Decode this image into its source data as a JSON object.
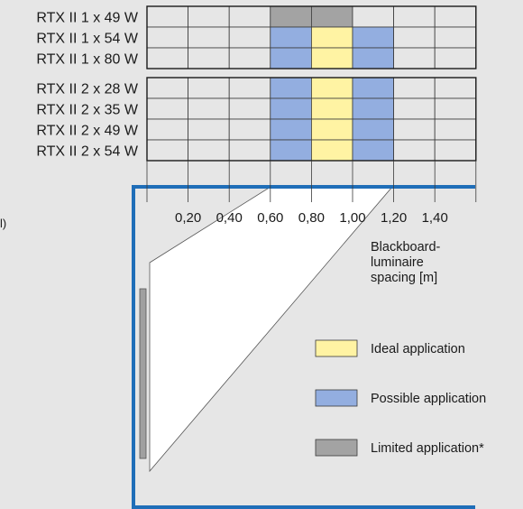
{
  "colors": {
    "ideal": "#fff3a3",
    "possible": "#93aee0",
    "limited": "#a3a3a3",
    "empty": "#e6e6e6",
    "room_border": "#1f6eb8",
    "beam": "#ffffff",
    "board": "#a0a0a0"
  },
  "edge_text": "l)",
  "chart_data": {
    "type": "table",
    "column_count": 8,
    "groups": [
      {
        "rows": [
          {
            "label": "RTX II 1 x 49 W",
            "cells": [
              "empty",
              "empty",
              "empty",
              "limited",
              "limited",
              "empty",
              "empty",
              "empty"
            ]
          },
          {
            "label": "RTX II 1 x 54 W",
            "cells": [
              "empty",
              "empty",
              "empty",
              "possible",
              "ideal",
              "possible",
              "empty",
              "empty"
            ]
          },
          {
            "label": "RTX II 1 x 80 W",
            "cells": [
              "empty",
              "empty",
              "empty",
              "possible",
              "ideal",
              "possible",
              "empty",
              "empty"
            ]
          }
        ]
      },
      {
        "rows": [
          {
            "label": "RTX II 2 x 28 W",
            "cells": [
              "empty",
              "empty",
              "empty",
              "possible",
              "ideal",
              "possible",
              "empty",
              "empty"
            ]
          },
          {
            "label": "RTX II 2 x 35 W",
            "cells": [
              "empty",
              "empty",
              "empty",
              "possible",
              "ideal",
              "possible",
              "empty",
              "empty"
            ]
          },
          {
            "label": "RTX II 2 x 49 W",
            "cells": [
              "empty",
              "empty",
              "empty",
              "possible",
              "ideal",
              "possible",
              "empty",
              "empty"
            ]
          },
          {
            "label": "RTX II 2 x 54 W",
            "cells": [
              "empty",
              "empty",
              "empty",
              "possible",
              "ideal",
              "possible",
              "empty",
              "empty"
            ]
          }
        ]
      }
    ],
    "x_ticks": [
      "0,20",
      "0,40",
      "0,60",
      "0,80",
      "1,00",
      "1,20",
      "1,40"
    ],
    "axis_label_lines": [
      "Blackboard-",
      "luminaire",
      "spacing [m]"
    ],
    "legend": [
      {
        "key": "ideal",
        "label": "Ideal application"
      },
      {
        "key": "possible",
        "label": "Possible application"
      },
      {
        "key": "limited",
        "label": "Limited application*"
      }
    ]
  }
}
